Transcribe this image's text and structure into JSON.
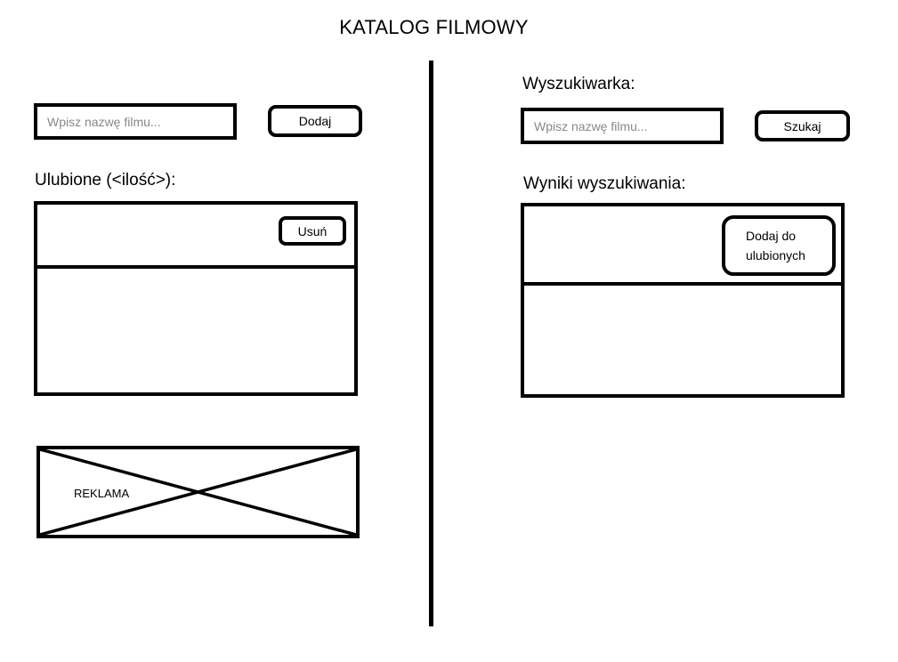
{
  "header": {
    "title": "KATALOG FILMOWY"
  },
  "favorites_panel": {
    "input_placeholder": "Wpisz nazwę filmu...",
    "add_button_label": "Dodaj",
    "heading": "Ulubione (<ilość>):",
    "remove_button_label": "Usuń",
    "ad_label": "REKLAMA"
  },
  "search_panel": {
    "heading": "Wyszukiwarka:",
    "input_placeholder": "Wpisz nazwę filmu...",
    "search_button_label": "Szukaj",
    "results_heading": "Wyniki wyszukiwania:",
    "add_to_favorites_label": "Dodaj do\nulubionych"
  }
}
